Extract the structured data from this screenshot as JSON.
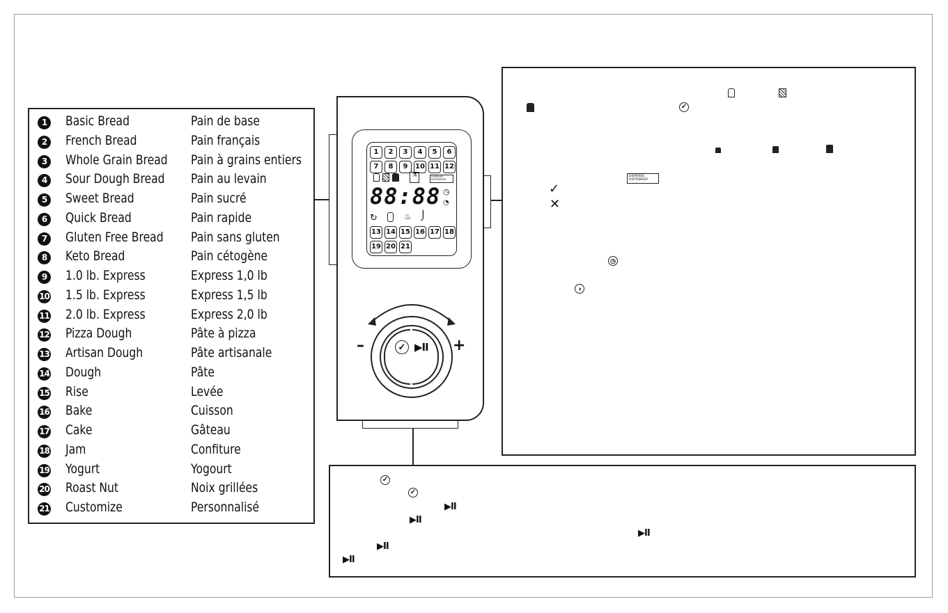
{
  "programs": [
    {
      "number": "1",
      "en": "Basic Bread",
      "fr": "Pain de base"
    },
    {
      "number": "2",
      "en": "French Bread",
      "fr": "Pain français"
    },
    {
      "number": "3",
      "en": "Whole Grain Bread",
      "fr": "Pain à grains entiers"
    },
    {
      "number": "4",
      "en": "Sour Dough Bread",
      "fr": "Pain  au  levain"
    },
    {
      "number": "5",
      "en": "Sweet   Bread",
      "fr": "Pain sucré"
    },
    {
      "number": "6",
      "en": "Quick Bread",
      "fr": "Pain rapide"
    },
    {
      "number": "7",
      "en": "Gluten Free Bread",
      "fr": "Pain sans gluten"
    },
    {
      "number": "8",
      "en": "Keto Bread",
      "fr": "Pain cétogène"
    },
    {
      "number": "9",
      "en": "1.0 lb. Express",
      "fr": "Express 1,0  lb"
    },
    {
      "number": "10",
      "en": "1.5 lb. Express",
      "fr": "Express 1,5  lb"
    },
    {
      "number": "11",
      "en": "2.0 lb. Express",
      "fr": "Express 2,0  lb"
    },
    {
      "number": "12",
      "en": "Pizza Dough",
      "fr": "Pâte à pizza"
    },
    {
      "number": "13",
      "en": "Artisan Dough",
      "fr": "Pâte  artisanale"
    },
    {
      "number": "14",
      "en": "Dough",
      "fr": "Pâte"
    },
    {
      "number": "15",
      "en": "Rise",
      "fr": "Levée"
    },
    {
      "number": "16",
      "en": "Bake",
      "fr": "Cuisson"
    },
    {
      "number": "17",
      "en": "Cake",
      "fr": "Gâteau"
    },
    {
      "number": "18",
      "en": "Jam",
      "fr": "Confiture"
    },
    {
      "number": "19",
      "en": "Yogurt",
      "fr": "Yogourt"
    },
    {
      "number": "20",
      "en": "Roast Nut",
      "fr": "Noix grillées"
    },
    {
      "number": "21",
      "en": "Customize",
      "fr": "Personnalisé"
    }
  ],
  "lcd": {
    "keys_top": [
      "1",
      "2",
      "3",
      "4",
      "5",
      "6",
      "7",
      "8",
      "9",
      "10",
      "11",
      "12"
    ],
    "keys_bottom": [
      "13",
      "14",
      "15",
      "16",
      "17",
      "18",
      "19",
      "20",
      "21"
    ],
    "time_display": "88:88",
    "dispense_label_1": "DISPENSE",
    "dispense_label_2": "DISTRIBUER"
  },
  "knob": {
    "minus": "–",
    "plus": "+",
    "start_pause_symbol": "▶II"
  },
  "icons": [
    "light-crust-icon",
    "medium-crust-icon",
    "dark-crust-icon",
    "check-icon",
    "clock-icon",
    "delay-timer-icon",
    "dispense-icon",
    "x-mark-icon",
    "start-pause-icon",
    "loaf-size-icon",
    "knead-icon",
    "rise-icon",
    "bake-icon",
    "warm-icon",
    "cycle-icon"
  ]
}
